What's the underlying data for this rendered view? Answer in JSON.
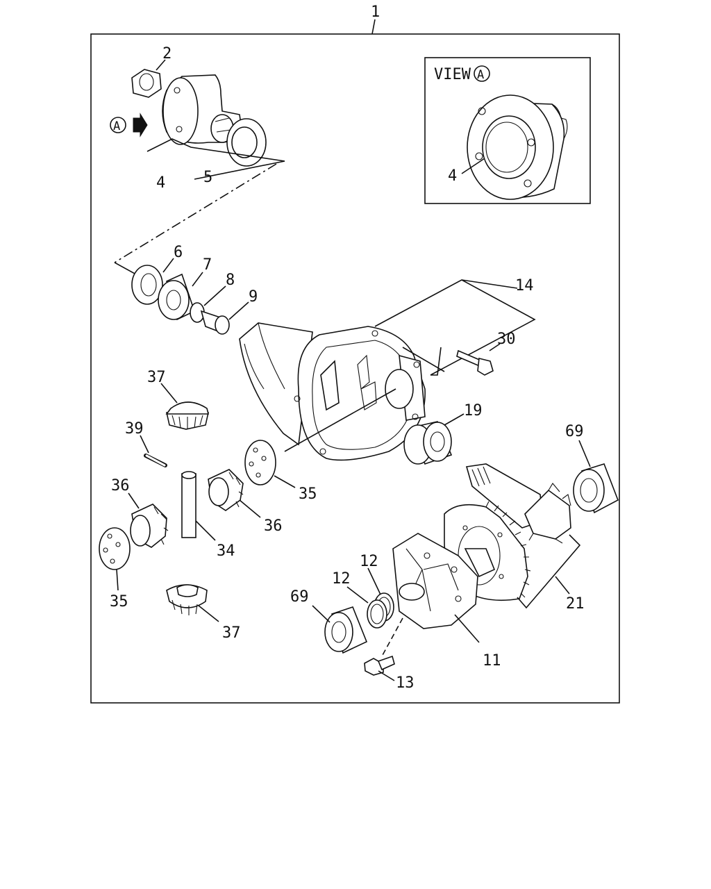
{
  "labels": {
    "l1": "1",
    "l2": "2",
    "l4": "4",
    "l5": "5",
    "l6": "6",
    "l7": "7",
    "l8": "8",
    "l9": "9",
    "l11": "11",
    "l12a": "12",
    "l12b": "12",
    "l13": "13",
    "l14": "14",
    "l19": "19",
    "l21": "21",
    "l30": "30",
    "l34": "34",
    "l35a": "35",
    "l35b": "35",
    "l36a": "36",
    "l36b": "36",
    "l37a": "37",
    "l37b": "37",
    "l39": "39",
    "l69a": "69",
    "l69b": "69"
  },
  "view": {
    "title": "VIEW",
    "marker": "A",
    "label": "4"
  },
  "arrow_marker": "A"
}
